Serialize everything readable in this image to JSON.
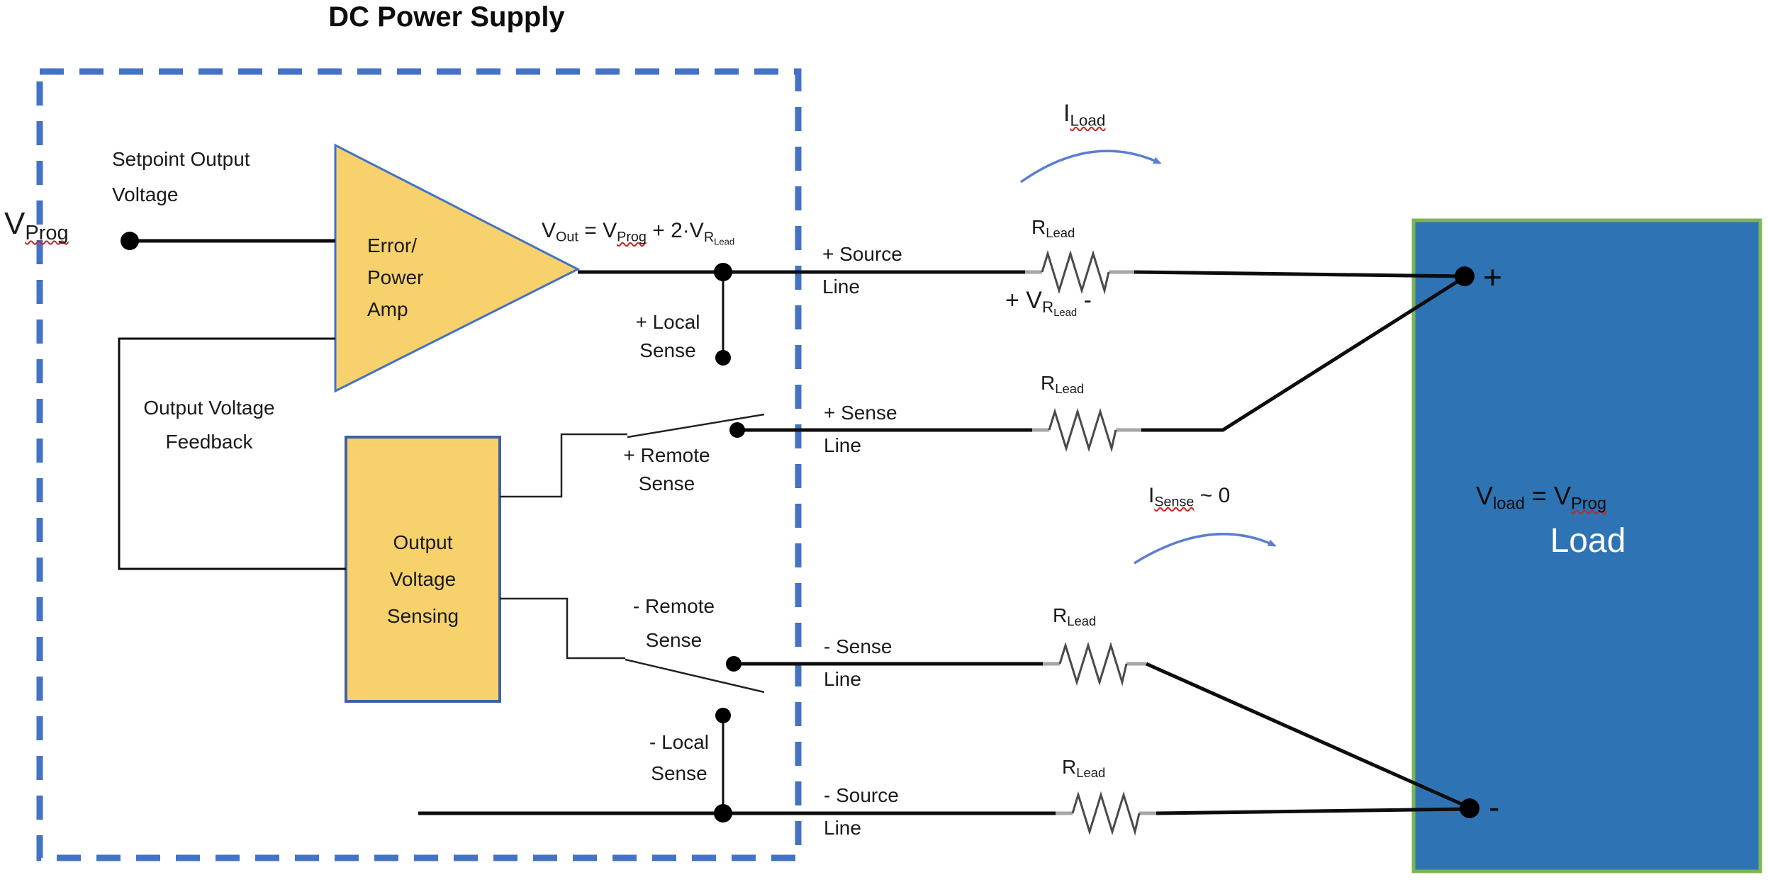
{
  "title": "DC Power Supply",
  "colors": {
    "accent_blue": "#4472C4",
    "shape_fill_gold": "#F7D16B",
    "load_fill_blue": "#2E74B5",
    "load_border_green": "#7CB54F",
    "wire_black": "#0d0d0d",
    "resistor_lead_gray": "#A6A6A6",
    "arrow_blue": "#5B7ED1",
    "load_text_white": "#FFFFFF"
  },
  "labels": {
    "setpoint1": "Setpoint Output",
    "setpoint2": "Voltage",
    "feedback1": "Output Voltage",
    "feedback2": "Feedback",
    "amp1": "Error/",
    "amp2": "Power",
    "amp3": "Amp",
    "sense_box1": "Output",
    "sense_box2": "Voltage",
    "sense_box3": "Sensing",
    "plus_local1": "+ Local",
    "plus_local2": "Sense",
    "plus_remote1": "+ Remote",
    "plus_remote2": "Sense",
    "minus_remote1": "- Remote",
    "minus_remote2": "Sense",
    "minus_local1": "- Local",
    "minus_local2": "Sense",
    "plus_source1": "+ Source",
    "plus_source2": "Line",
    "plus_sense1": "+ Sense",
    "plus_sense2": "Line",
    "minus_sense1": "- Sense",
    "minus_sense2": "Line",
    "minus_source1": "- Source",
    "minus_source2": "Line",
    "load_name": "Load",
    "plus_terminal": "+",
    "minus_terminal": "-"
  },
  "symbols": {
    "vprog": {
      "base": "V",
      "sub": "Prog"
    },
    "vout": {
      "v1": "V",
      "s1": "Out",
      "eq": " = ",
      "v2": "V",
      "s2": "Prog",
      "op": " + 2·",
      "v3": "V",
      "s3": "R",
      "s3b": "Lead"
    },
    "rlead": {
      "base": "R",
      "sub": "Lead"
    },
    "vrlead": {
      "pre": "+ V",
      "s1": "R",
      "s2": "Lead",
      "post": " -"
    },
    "iload": {
      "base": "I",
      "sub": "Load"
    },
    "isense": {
      "base": "I",
      "sub": "Sense",
      "tail": " ~ 0"
    },
    "vload": {
      "v1": "V",
      "s1": "load",
      "eq": " = ",
      "v2": "V",
      "s2": "Prog"
    }
  }
}
